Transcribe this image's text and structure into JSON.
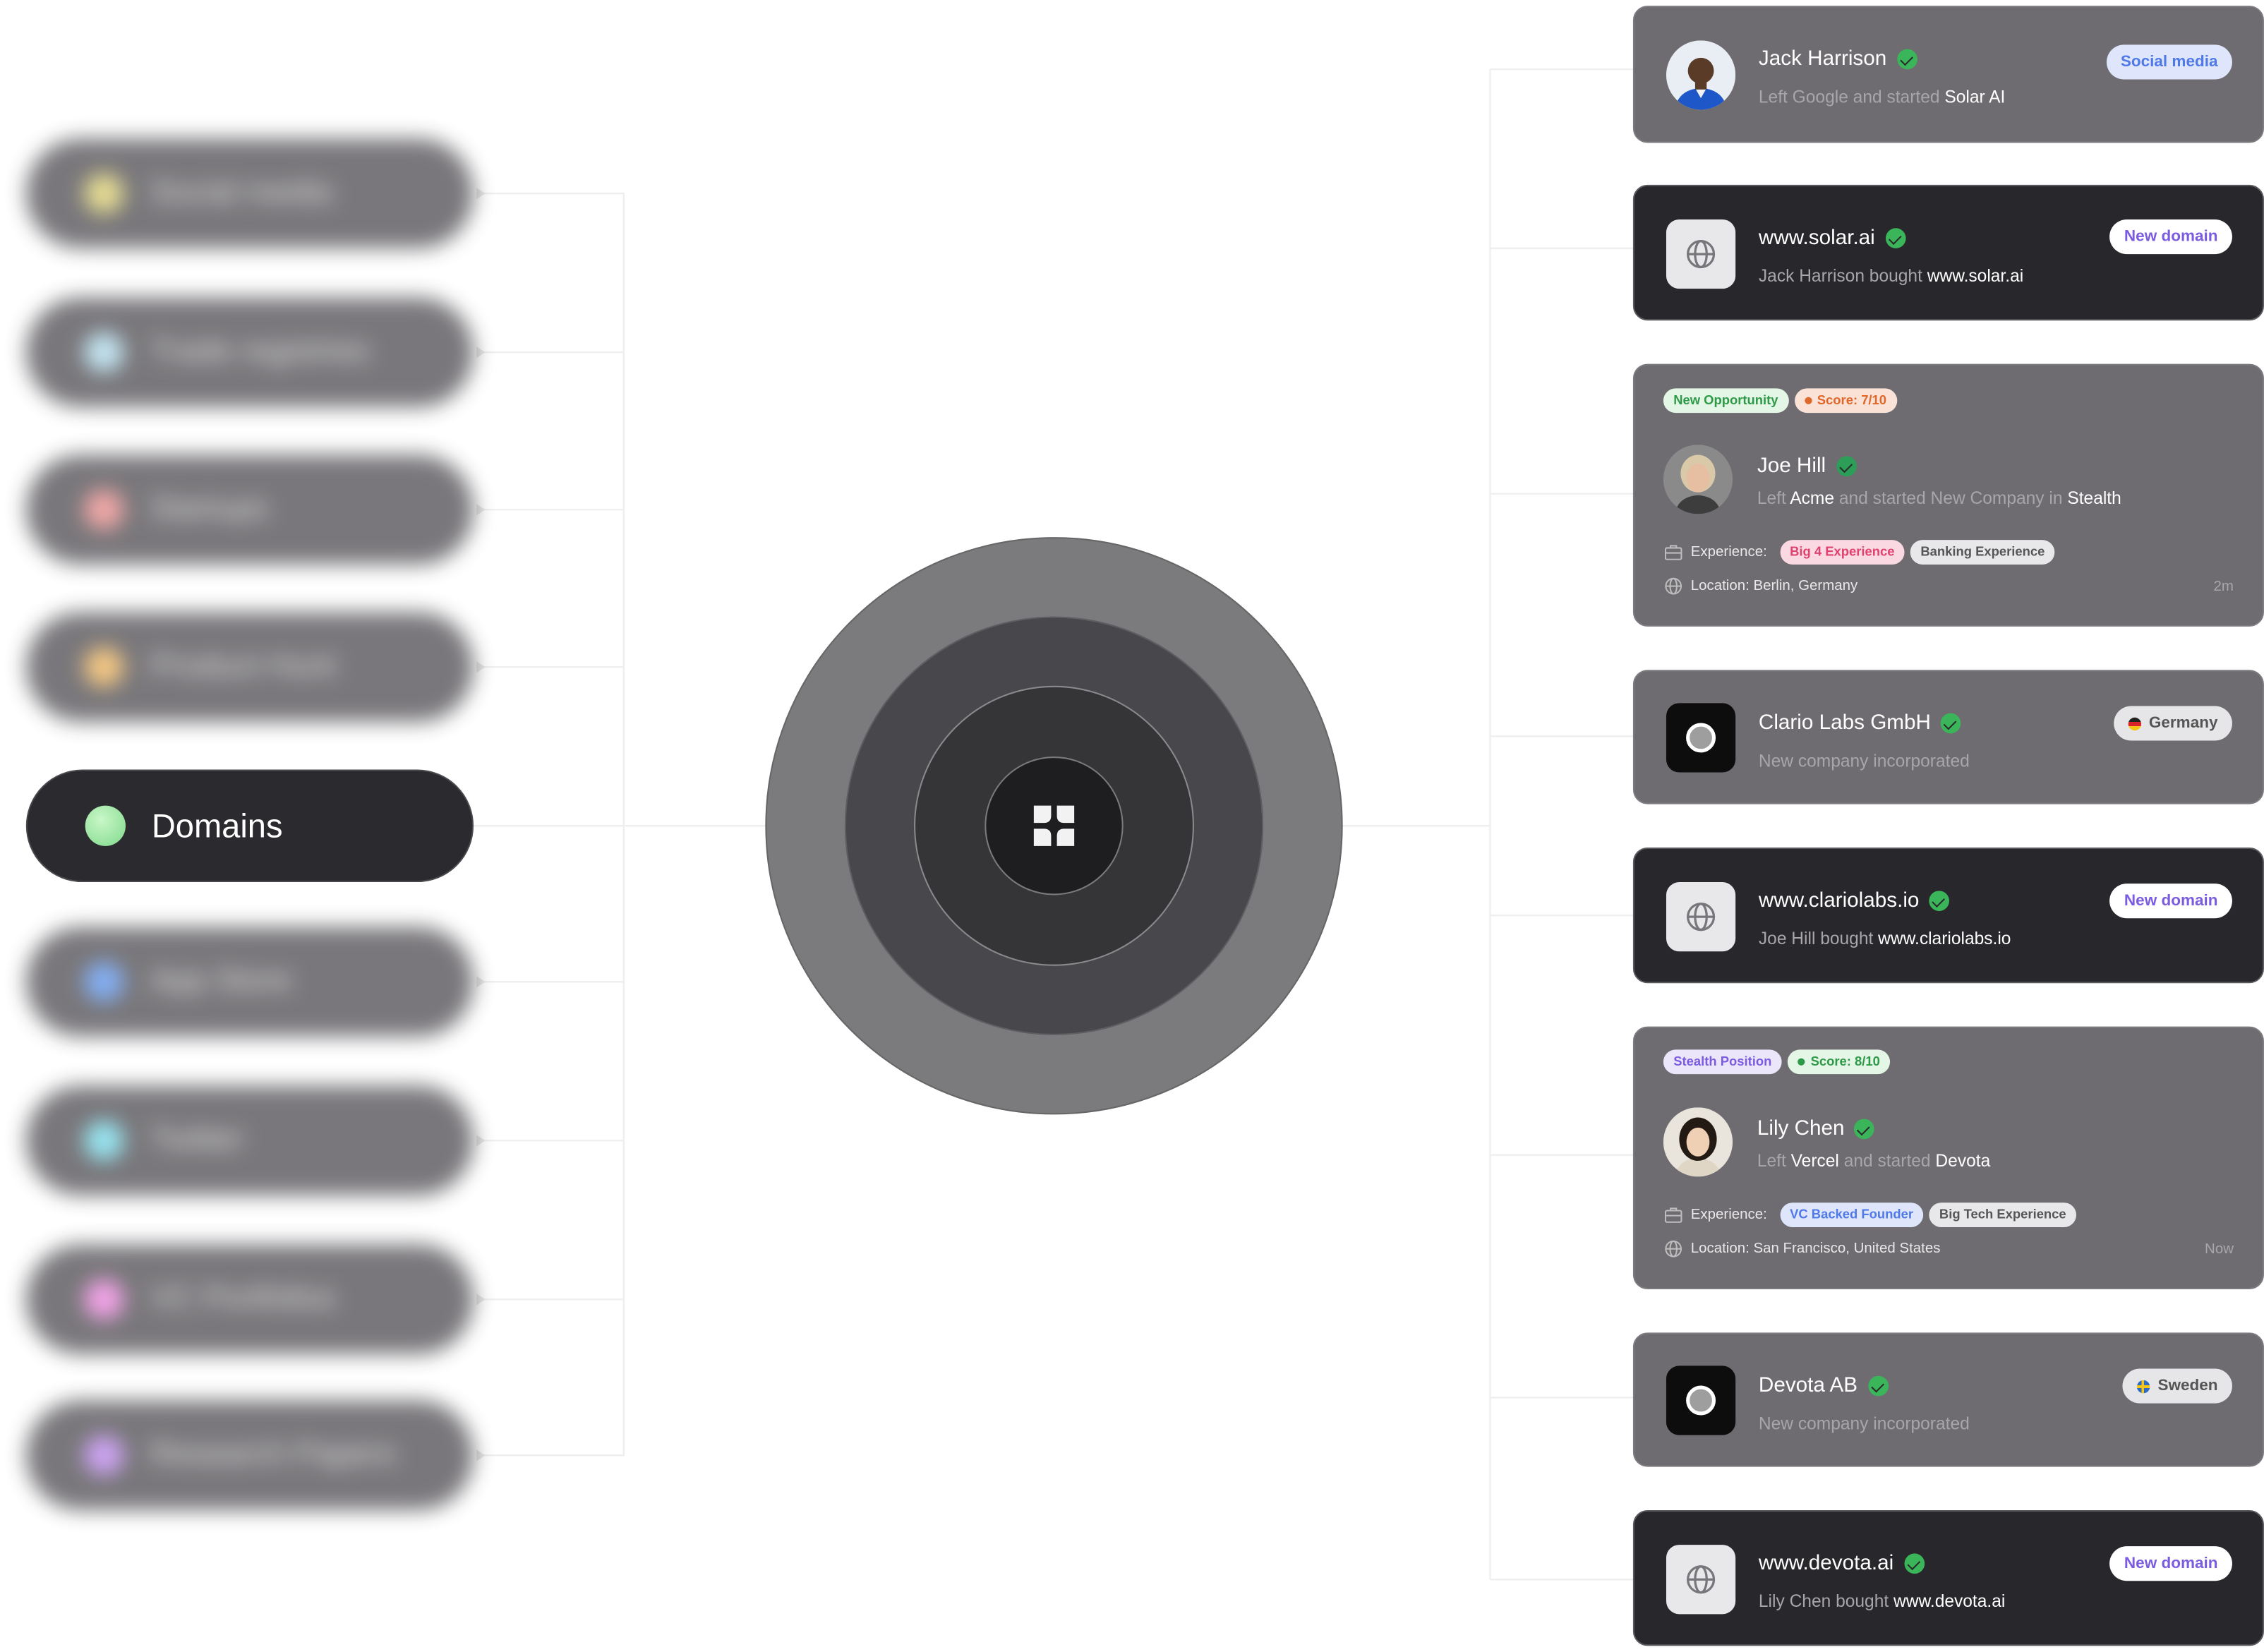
{
  "left_pills": [
    {
      "label": "Social media",
      "dot": "#e3d98a"
    },
    {
      "label": "Trade registries",
      "dot": "#bfe3f0"
    },
    {
      "label": "Startups",
      "dot": "#f0a0a0"
    },
    {
      "label": "Product Hunt",
      "dot": "#f2c279"
    },
    {
      "label": "Domains",
      "dot": "#a8f0b0"
    },
    {
      "label": "App Store",
      "dot": "#7aa8f2"
    },
    {
      "label": "Twitter",
      "dot": "#8fe3f0"
    },
    {
      "label": "VC Portfolios",
      "dot": "#f29ce6"
    },
    {
      "label": "Research Papers",
      "dot": "#c99cf2"
    }
  ],
  "cards": {
    "jack": {
      "name": "Jack Harrison",
      "sub_a": "Left Google and started",
      "sub_b": "Solar AI",
      "badge": "Social media"
    },
    "solar": {
      "name": "www.solar.ai",
      "sub_a": "Jack Harrison bought",
      "sub_b": "www.solar.ai",
      "badge": "New domain"
    },
    "joe": {
      "chip1": "New Opportunity",
      "chip2": "Score: 7/10",
      "name": "Joe Hill",
      "sub_a": "Left",
      "sub_b": "Acme",
      "sub_c": "and started New Company in",
      "sub_d": "Stealth",
      "exp_label": "Experience:",
      "exp1": "Big 4 Experience",
      "exp2": "Banking Experience",
      "location": "Location: Berlin, Germany",
      "time": "2m"
    },
    "clario": {
      "name": "Clario Labs GmbH",
      "sub": "New company incorporated",
      "badge": "Germany"
    },
    "clariolabs": {
      "name": "www.clariolabs.io",
      "sub_a": "Joe Hill bought",
      "sub_b": "www.clariolabs.io",
      "badge": "New domain"
    },
    "lily": {
      "chip1": "Stealth Position",
      "chip2": "Score: 8/10",
      "name": "Lily Chen",
      "sub_a": "Left",
      "sub_b": "Vercel",
      "sub_c": "and started",
      "sub_d": "Devota",
      "exp_label": "Experience:",
      "exp1": "VC Backed Founder",
      "exp2": "Big Tech Experience",
      "location": "Location: San Francisco, United States",
      "time": "Now"
    },
    "devota_ab": {
      "name": "Devota AB",
      "sub": "New company incorporated",
      "badge": "Sweden"
    },
    "devota": {
      "name": "www.devota.ai",
      "sub_a": "Lily Chen bought",
      "sub_b": "www.devota.ai",
      "badge": "New domain"
    }
  },
  "colors": {
    "card_grey": "#6e6c70",
    "card_dark": "#28272b",
    "check_green": "#3bb55a",
    "badge_blue_text": "#4f79e8",
    "badge_purple_text": "#7b5ce0"
  }
}
